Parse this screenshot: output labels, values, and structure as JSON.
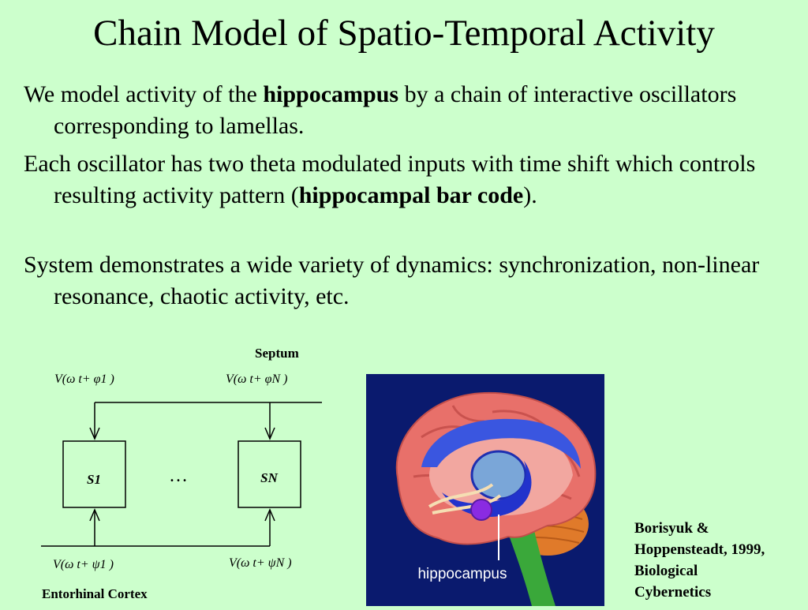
{
  "title": "Chain Model of Spatio-Temporal Activity",
  "paragraphs": [
    {
      "t1": "We model activity of the ",
      "b1": "hippocampus",
      "t2": " by a chain of interactive oscillators corresponding to lamellas."
    },
    {
      "t1": "Each oscillator has two theta modulated inputs with time shift which controls resulting activity pattern (",
      "b1": "hippocampal bar code",
      "t2": ")."
    },
    {
      "t1": "System demonstrates a wide variety of dynamics: synchronization, non-linear resonance, chaotic activity, etc."
    }
  ],
  "diagram": {
    "top_label": "Septum",
    "bottom_label": "Entorhinal Cortex",
    "input_top_1": "V(ω t+ φ1 )",
    "input_top_n": "V(ω t+ φN )",
    "input_bottom_1": "V(ω t+ ψ1 )",
    "input_bottom_n": "V(ω t+ ψN )",
    "box_1": "S1",
    "box_n": "SN",
    "ellipsis": "…"
  },
  "brain_image": {
    "label": "hippocampus",
    "colors": {
      "background": "#0a1a6e",
      "cortex": "#e8706a",
      "hippocampus": "#2233cc",
      "cerebellum": "#e07a2a",
      "brainstem": "#3aa83a"
    }
  },
  "citation": [
    "Borisyuk &",
    "Hoppensteadt, 1999,",
    "Biological",
    "Cybernetics"
  ]
}
